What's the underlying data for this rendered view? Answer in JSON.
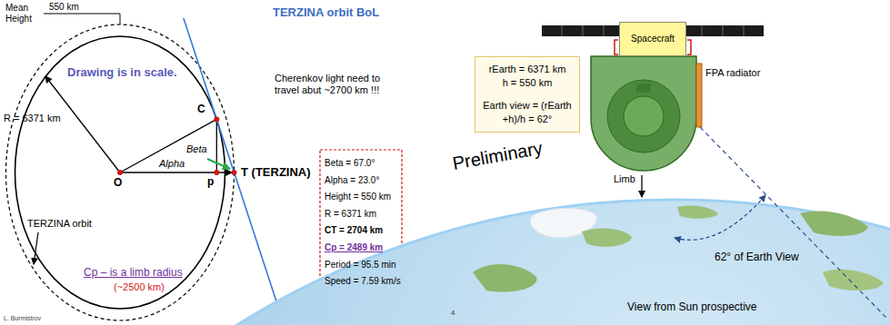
{
  "diagram": {
    "nodes": [
      {
        "text": [
          "Beta = 67.0°",
          "Alpha = 23.0°",
          "Height = 550 km",
          "R = 6371 km",
          "CT = 2704 km",
          "Cp = 2489 km",
          "Period = 95.5 min",
          "Speed = 7.59 km/s"
        ]
      },
      {
        "text": [
          "rEarth = 6371 km",
          "h = 550 km",
          "Earth view = (rEarth +h)/h = 62°"
        ]
      },
      {
        "text": [
          "Spacecraft"
        ]
      }
    ],
    "labels": [
      "Mean Height",
      "550 km",
      "TERZINA orbit BoL",
      "Drawing is in scale.",
      "R = 6371 km",
      "C",
      "Cherenkov light need to travel abut ~2700 km !!!",
      "Beta",
      "Alpha",
      "O",
      "p",
      "T (TERZINA)",
      "TERZINA orbit",
      "Cp – is a limb radius",
      "(~2500 km)",
      "L. Burmistrov",
      "4",
      "Preliminary",
      "FPA radiator",
      "Limb",
      "62° of Earth View",
      "View from Sun prospective"
    ]
  }
}
